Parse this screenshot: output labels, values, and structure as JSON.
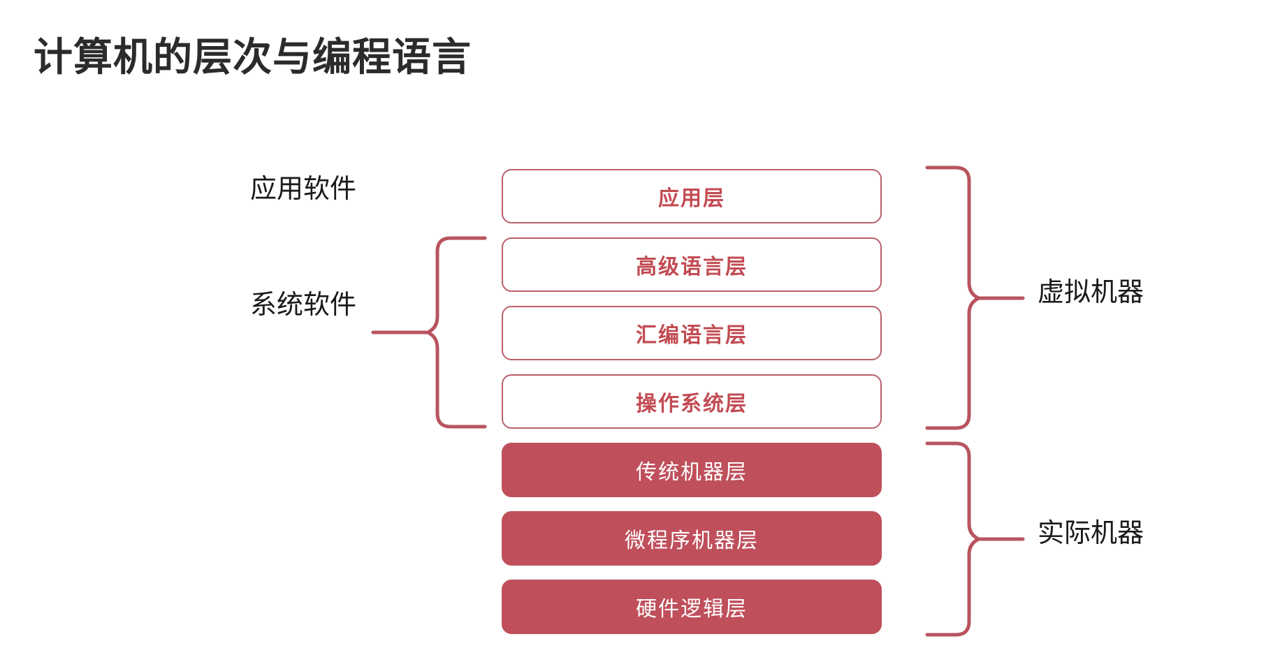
{
  "slide": {
    "title": "计算机的层次与编程语言",
    "background_color": "#ffffff"
  },
  "colors": {
    "accent_fill": "#bf4f5b",
    "accent_border": "#b8606b",
    "accent_text": "#c24b53",
    "brace_stroke": "#b8545f",
    "title_text": "#2b2b2b",
    "label_text": "#1a1a1a",
    "filled_box_text": "#ffffff"
  },
  "layers": [
    {
      "label": "应用层",
      "style": "outlined"
    },
    {
      "label": "高级语言层",
      "style": "outlined"
    },
    {
      "label": "汇编语言层",
      "style": "outlined"
    },
    {
      "label": "操作系统层",
      "style": "outlined"
    },
    {
      "label": "传统机器层",
      "style": "filled"
    },
    {
      "label": "微程序机器层",
      "style": "filled"
    },
    {
      "label": "硬件逻辑层",
      "style": "filled"
    }
  ],
  "left_labels": {
    "application_software": "应用软件",
    "system_software": "系统软件"
  },
  "right_labels": {
    "virtual_machine": "虚拟机器",
    "real_machine": "实际机器"
  },
  "groupings": {
    "system_software_covers": [
      "高级语言层",
      "汇编语言层",
      "操作系统层"
    ],
    "virtual_machine_covers": [
      "应用层",
      "高级语言层",
      "汇编语言层",
      "操作系统层"
    ],
    "real_machine_covers": [
      "传统机器层",
      "微程序机器层",
      "硬件逻辑层"
    ]
  }
}
